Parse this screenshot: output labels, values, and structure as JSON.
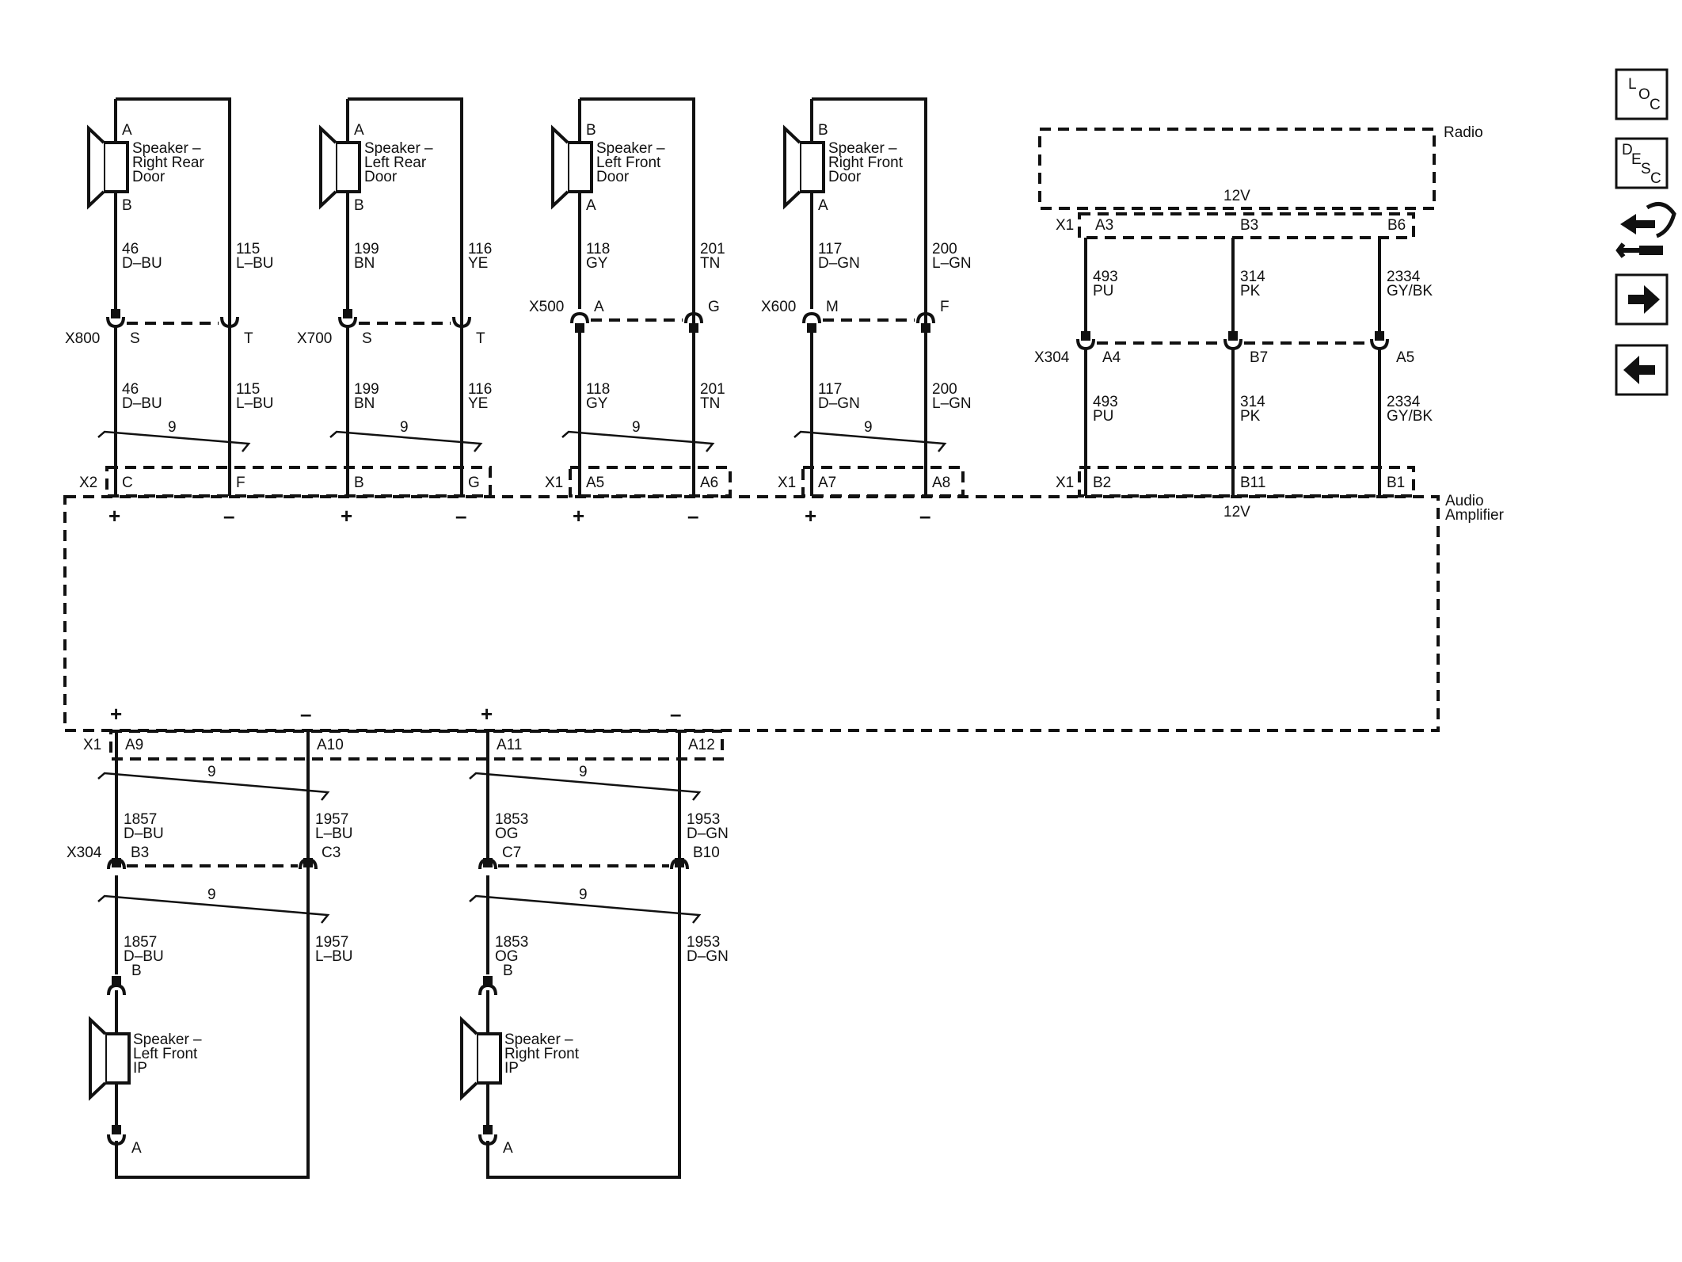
{
  "radio_label": "Radio",
  "amp_label_1": "Audio",
  "amp_label_2": "Amplifier",
  "volt_label": "12V",
  "twist_label": "9",
  "plus": "+",
  "minus": "–",
  "speakers_top": [
    {
      "l1": "Speaker –",
      "l2": "Right Rear",
      "l3": "Door",
      "top_term": "A",
      "bot_term": "B"
    },
    {
      "l1": "Speaker –",
      "l2": "Left Rear",
      "l3": "Door",
      "top_term": "A",
      "bot_term": "B"
    },
    {
      "l1": "Speaker –",
      "l2": "Left Front",
      "l3": "Door",
      "top_term": "B",
      "bot_term": "A"
    },
    {
      "l1": "Speaker –",
      "l2": "Right Front",
      "l3": "Door",
      "top_term": "B",
      "bot_term": "A"
    }
  ],
  "speakers_bottom": [
    {
      "l1": "Speaker –",
      "l2": "Left Front",
      "l3": "IP",
      "top_term": "B",
      "bot_term": "A"
    },
    {
      "l1": "Speaker –",
      "l2": "Right Front",
      "l3": "IP",
      "top_term": "B",
      "bot_term": "A"
    }
  ],
  "top_circuits": [
    {
      "pos_num": "46",
      "pos_color": "D–BU",
      "neg_num": "115",
      "neg_color": "L–BU",
      "inline": "X800",
      "inline_pos": "S",
      "inline_neg": "T",
      "amp_conn": "X2",
      "amp_pos": "C",
      "amp_neg": "F"
    },
    {
      "pos_num": "199",
      "pos_color": "BN",
      "neg_num": "116",
      "neg_color": "YE",
      "inline": "X700",
      "inline_pos": "S",
      "inline_neg": "T",
      "amp_conn": "",
      "amp_pos": "B",
      "amp_neg": "G"
    },
    {
      "pos_num": "118",
      "pos_color": "GY",
      "neg_num": "201",
      "neg_color": "TN",
      "inline": "X500",
      "inline_pos": "A",
      "inline_neg": "G",
      "amp_conn": "X1",
      "amp_pos": "A5",
      "amp_neg": "A6"
    },
    {
      "pos_num": "117",
      "pos_color": "D–GN",
      "neg_num": "200",
      "neg_color": "L–GN",
      "inline": "X600",
      "inline_pos": "M",
      "inline_neg": "F",
      "amp_conn": "X1",
      "amp_pos": "A7",
      "amp_neg": "A8"
    }
  ],
  "radio_circuits": {
    "radio_conn": "X1",
    "inline": "X304",
    "amp_conn": "X1",
    "wires": [
      {
        "radio_pin": "A3",
        "num": "493",
        "color": "PU",
        "inline_pin": "A4",
        "amp_pin": "B2"
      },
      {
        "radio_pin": "B3",
        "num": "314",
        "color": "PK",
        "inline_pin": "B7",
        "amp_pin": "B11"
      },
      {
        "radio_pin": "B6",
        "num": "2334",
        "color": "GY/BK",
        "inline_pin": "A5",
        "amp_pin": "B1"
      }
    ]
  },
  "bottom_circuits": {
    "amp_conn": "X1",
    "inline": "X304",
    "wires": [
      {
        "amp_pin": "A9",
        "num": "1857",
        "color": "D–BU",
        "inline_pin": "B3"
      },
      {
        "amp_pin": "A10",
        "num": "1957",
        "color": "L–BU",
        "inline_pin": "C3"
      },
      {
        "amp_pin": "A11",
        "num": "1853",
        "color": "OG",
        "inline_pin": "C7"
      },
      {
        "amp_pin": "A12",
        "num": "1953",
        "color": "D–GN",
        "inline_pin": "B10"
      }
    ]
  },
  "nav": {
    "loc_l": "L",
    "loc_o": "O",
    "loc_c": "C",
    "desc_d": "D",
    "desc_e": "E",
    "desc_s": "S",
    "desc_c": "C"
  }
}
